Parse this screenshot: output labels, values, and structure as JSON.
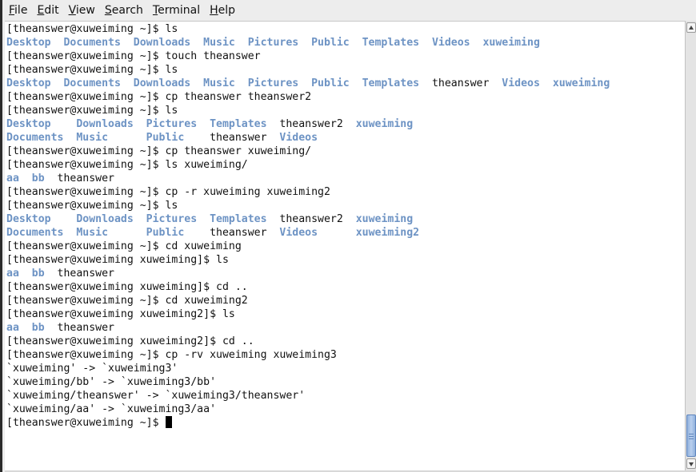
{
  "menu": {
    "file": {
      "mnemonic": "F",
      "rest": "ile"
    },
    "edit": {
      "mnemonic": "E",
      "rest": "dit"
    },
    "view": {
      "mnemonic": "V",
      "rest": "iew"
    },
    "search": {
      "mnemonic": "S",
      "rest": "earch"
    },
    "terminal": {
      "mnemonic": "T",
      "rest": "erminal"
    },
    "help": {
      "mnemonic": "H",
      "rest": "elp"
    }
  },
  "colors": {
    "directory": "#6d93c4",
    "text": "#111111",
    "background": "#ffffff",
    "scroll_thumb": "#8fb0dc"
  },
  "icons": {
    "scroll_up": "arrow-up-icon",
    "scroll_down": "arrow-down-icon"
  },
  "terminal": {
    "lines": [
      [
        {
          "t": "[theanswer@xuweiming ~]$ ls",
          "d": false
        }
      ],
      [
        {
          "t": "Desktop  Documents  Downloads  Music  Pictures  Public  Templates  Videos  xuweiming",
          "d": true
        }
      ],
      [
        {
          "t": "[theanswer@xuweiming ~]$ touch theanswer",
          "d": false
        }
      ],
      [
        {
          "t": "[theanswer@xuweiming ~]$ ls",
          "d": false
        }
      ],
      [
        {
          "t": "Desktop  Documents  Downloads  Music  Pictures  Public  Templates  ",
          "d": true
        },
        {
          "t": "theanswer",
          "d": false
        },
        {
          "t": "  Videos  xuweiming",
          "d": true
        }
      ],
      [
        {
          "t": "[theanswer@xuweiming ~]$ cp theanswer theanswer2",
          "d": false
        }
      ],
      [
        {
          "t": "[theanswer@xuweiming ~]$ ls",
          "d": false
        }
      ],
      [
        {
          "t": "Desktop    Downloads  Pictures  Templates  ",
          "d": true
        },
        {
          "t": "theanswer2",
          "d": false
        },
        {
          "t": "  xuweiming",
          "d": true
        }
      ],
      [
        {
          "t": "Documents  Music      Public    ",
          "d": true
        },
        {
          "t": "theanswer",
          "d": false
        },
        {
          "t": "  Videos",
          "d": true
        }
      ],
      [
        {
          "t": "[theanswer@xuweiming ~]$ cp theanswer xuweiming/",
          "d": false
        }
      ],
      [
        {
          "t": "[theanswer@xuweiming ~]$ ls xuweiming/",
          "d": false
        }
      ],
      [
        {
          "t": "aa  bb  ",
          "d": true
        },
        {
          "t": "theanswer",
          "d": false
        }
      ],
      [
        {
          "t": "[theanswer@xuweiming ~]$ cp -r xuweiming xuweiming2",
          "d": false
        }
      ],
      [
        {
          "t": "[theanswer@xuweiming ~]$ ls",
          "d": false
        }
      ],
      [
        {
          "t": "Desktop    Downloads  Pictures  Templates  ",
          "d": true
        },
        {
          "t": "theanswer2",
          "d": false
        },
        {
          "t": "  xuweiming",
          "d": true
        }
      ],
      [
        {
          "t": "Documents  Music      Public    ",
          "d": true
        },
        {
          "t": "theanswer",
          "d": false
        },
        {
          "t": "  Videos      xuweiming2",
          "d": true
        }
      ],
      [
        {
          "t": "[theanswer@xuweiming ~]$ cd xuweiming",
          "d": false
        }
      ],
      [
        {
          "t": "[theanswer@xuweiming xuweiming]$ ls",
          "d": false
        }
      ],
      [
        {
          "t": "aa  bb  ",
          "d": true
        },
        {
          "t": "theanswer",
          "d": false
        }
      ],
      [
        {
          "t": "[theanswer@xuweiming xuweiming]$ cd ..",
          "d": false
        }
      ],
      [
        {
          "t": "[theanswer@xuweiming ~]$ cd xuweiming2",
          "d": false
        }
      ],
      [
        {
          "t": "[theanswer@xuweiming xuweiming2]$ ls",
          "d": false
        }
      ],
      [
        {
          "t": "aa  bb  ",
          "d": true
        },
        {
          "t": "theanswer",
          "d": false
        }
      ],
      [
        {
          "t": "[theanswer@xuweiming xuweiming2]$ cd ..",
          "d": false
        }
      ],
      [
        {
          "t": "[theanswer@xuweiming ~]$ cp -rv xuweiming xuweiming3",
          "d": false
        }
      ],
      [
        {
          "t": "`xuweiming' -> `xuweiming3'",
          "d": false
        }
      ],
      [
        {
          "t": "`xuweiming/bb' -> `xuweiming3/bb'",
          "d": false
        }
      ],
      [
        {
          "t": "`xuweiming/theanswer' -> `xuweiming3/theanswer'",
          "d": false
        }
      ],
      [
        {
          "t": "`xuweiming/aa' -> `xuweiming3/aa'",
          "d": false
        }
      ]
    ],
    "prompt": "[theanswer@xuweiming ~]$ "
  }
}
